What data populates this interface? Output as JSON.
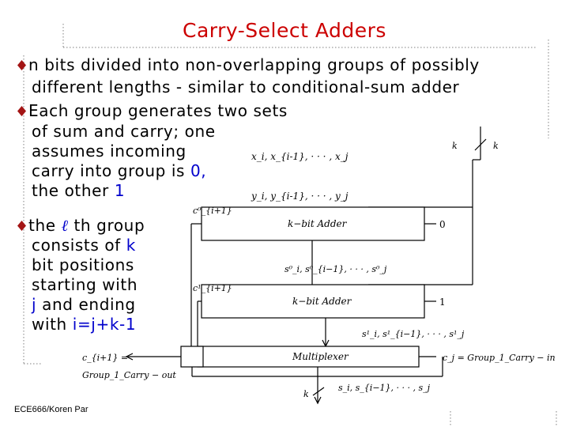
{
  "title": "Carry-Select Adders",
  "bullets": [
    {
      "lines": [
        "n bits divided into non-overlapping groups of possibly",
        "different lengths - similar to conditional-sum adder"
      ]
    },
    {
      "lines": [
        "Each group generates two sets",
        "of sum and carry; one",
        "assumes incoming",
        "carry into group is ",
        "the other "
      ],
      "value_zero": "0,",
      "value_one": "1"
    },
    {
      "prefix": "the ",
      "var": "ℓ",
      "suffix": " th group",
      "lines": [
        "consists of ",
        "bit positions",
        "starting with",
        " and ending",
        "with "
      ],
      "k": "k",
      "j": "j",
      "formula": "i=j+k-1"
    }
  ],
  "diagram": {
    "x_inputs": "x_i, x_{i-1}, · · · , x_j",
    "y_inputs": "y_i, y_{i-1}, · · · , y_j",
    "adder_top": "k−bit  Adder",
    "adder_bottom": "k−bit  Adder",
    "carry_in_0": "0",
    "carry_in_1": "1",
    "c0_out": "c⁰_{i+1}",
    "c1_out": "c¹_{i+1}",
    "s0": "s⁰_i, s⁰_{i−1}, · · · , s⁰_j",
    "s1": "s¹_i, s¹_{i−1}, · · · , s¹_j",
    "mux": "Multiplexer",
    "cj": "c_j = Group_1_Carry − in",
    "ci_out": "c_{i+1} =",
    "group_carry_out": "Group_1_Carry − out",
    "k_in": "k",
    "k_slash": "k",
    "k_out": "k",
    "sum_out": "s_i, s_{i−1}, · · · , s_j"
  },
  "footer": "ECE666/Koren Par"
}
